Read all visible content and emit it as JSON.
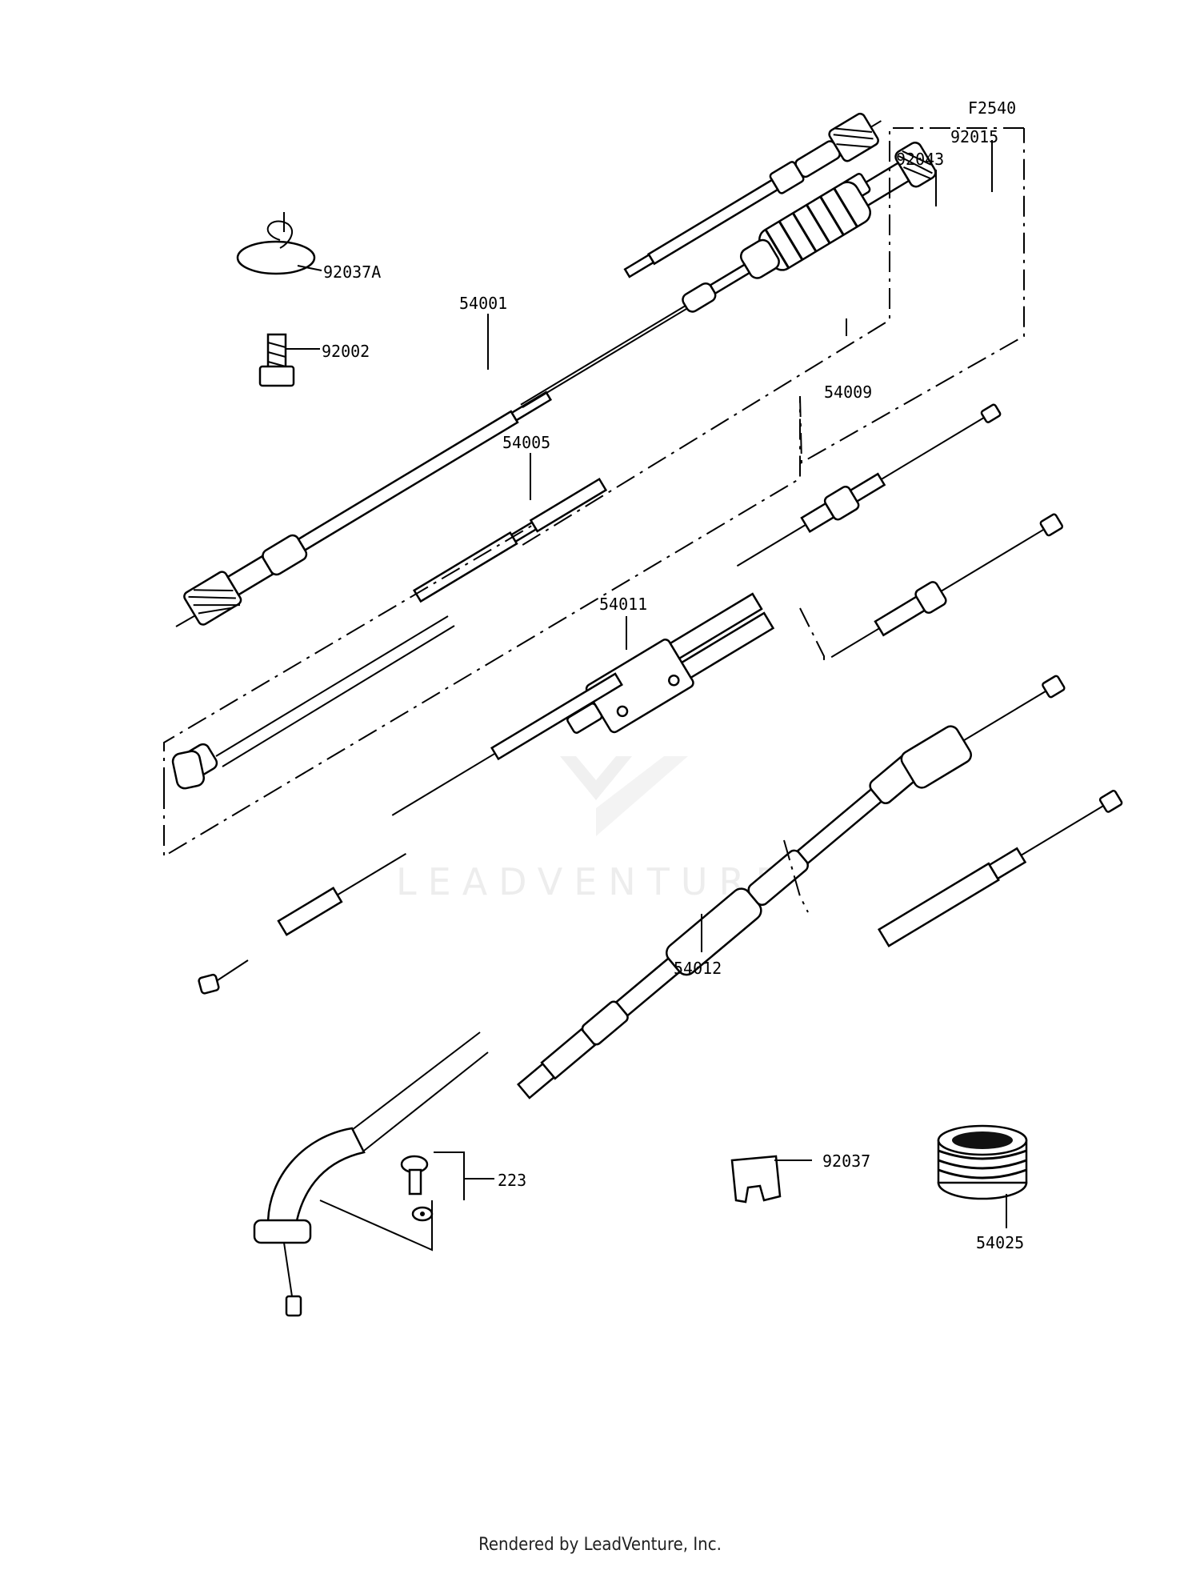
{
  "diagram": {
    "figure_code": "F2540",
    "callouts": {
      "p92037A": "92037A",
      "p92002": "92002",
      "p54001": "54001",
      "p54005": "54005",
      "p92043": "92043",
      "p92015": "92015",
      "p54009": "54009",
      "p54011": "54011",
      "p54012": "54012",
      "p223": "223",
      "p92037": "92037",
      "p54025": "54025"
    },
    "watermark": "LEADVENTURE"
  },
  "footer": {
    "credit": "Rendered by LeadVenture, Inc."
  }
}
